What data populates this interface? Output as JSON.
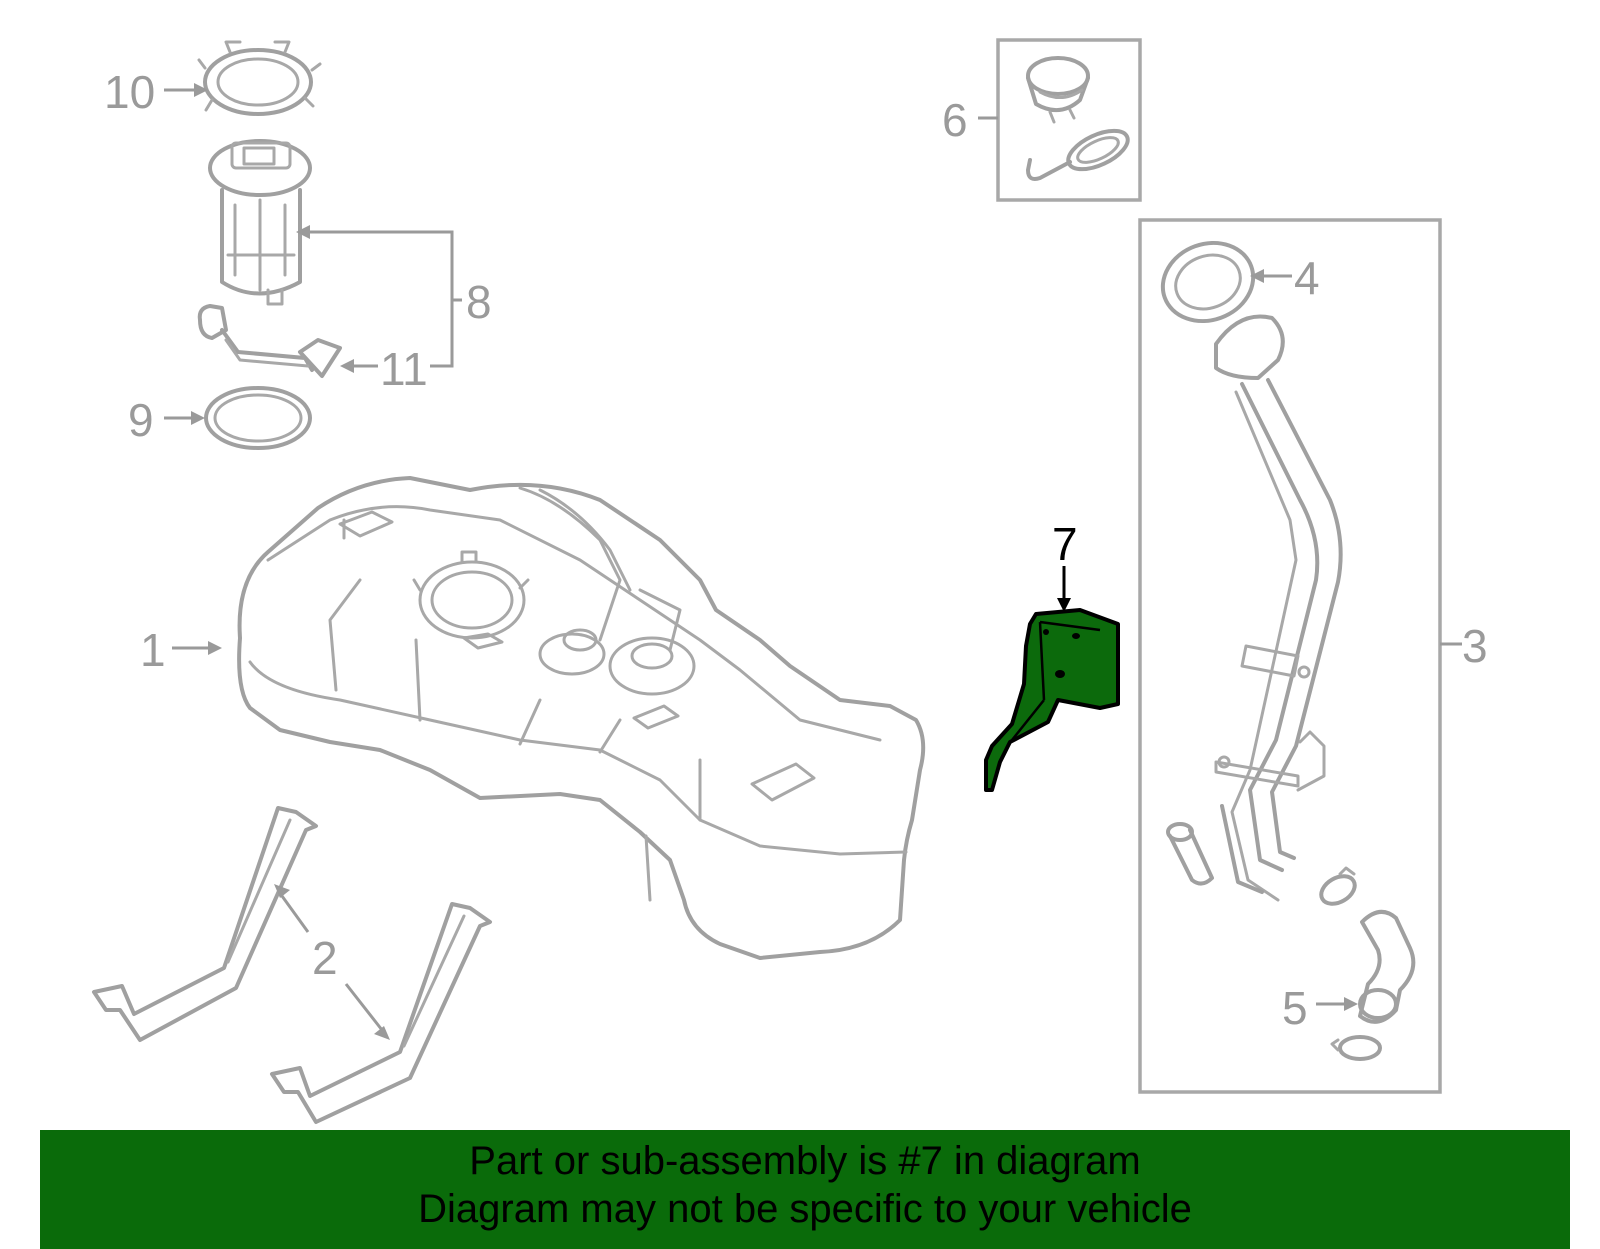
{
  "callouts": {
    "c1": "1",
    "c2": "2",
    "c3": "3",
    "c4": "4",
    "c5": "5",
    "c6": "6",
    "c7": "7",
    "c8": "8",
    "c9": "9",
    "c10": "10",
    "c11": "11"
  },
  "highlighted_part": "7",
  "colors": {
    "highlight": "#0c6a0c",
    "banner": "#0a6b0a",
    "line_art": "#a0a0a0"
  },
  "banner": {
    "line1": "Part or sub-assembly is #7 in diagram",
    "line2": "Diagram may not be specific to your vehicle"
  }
}
